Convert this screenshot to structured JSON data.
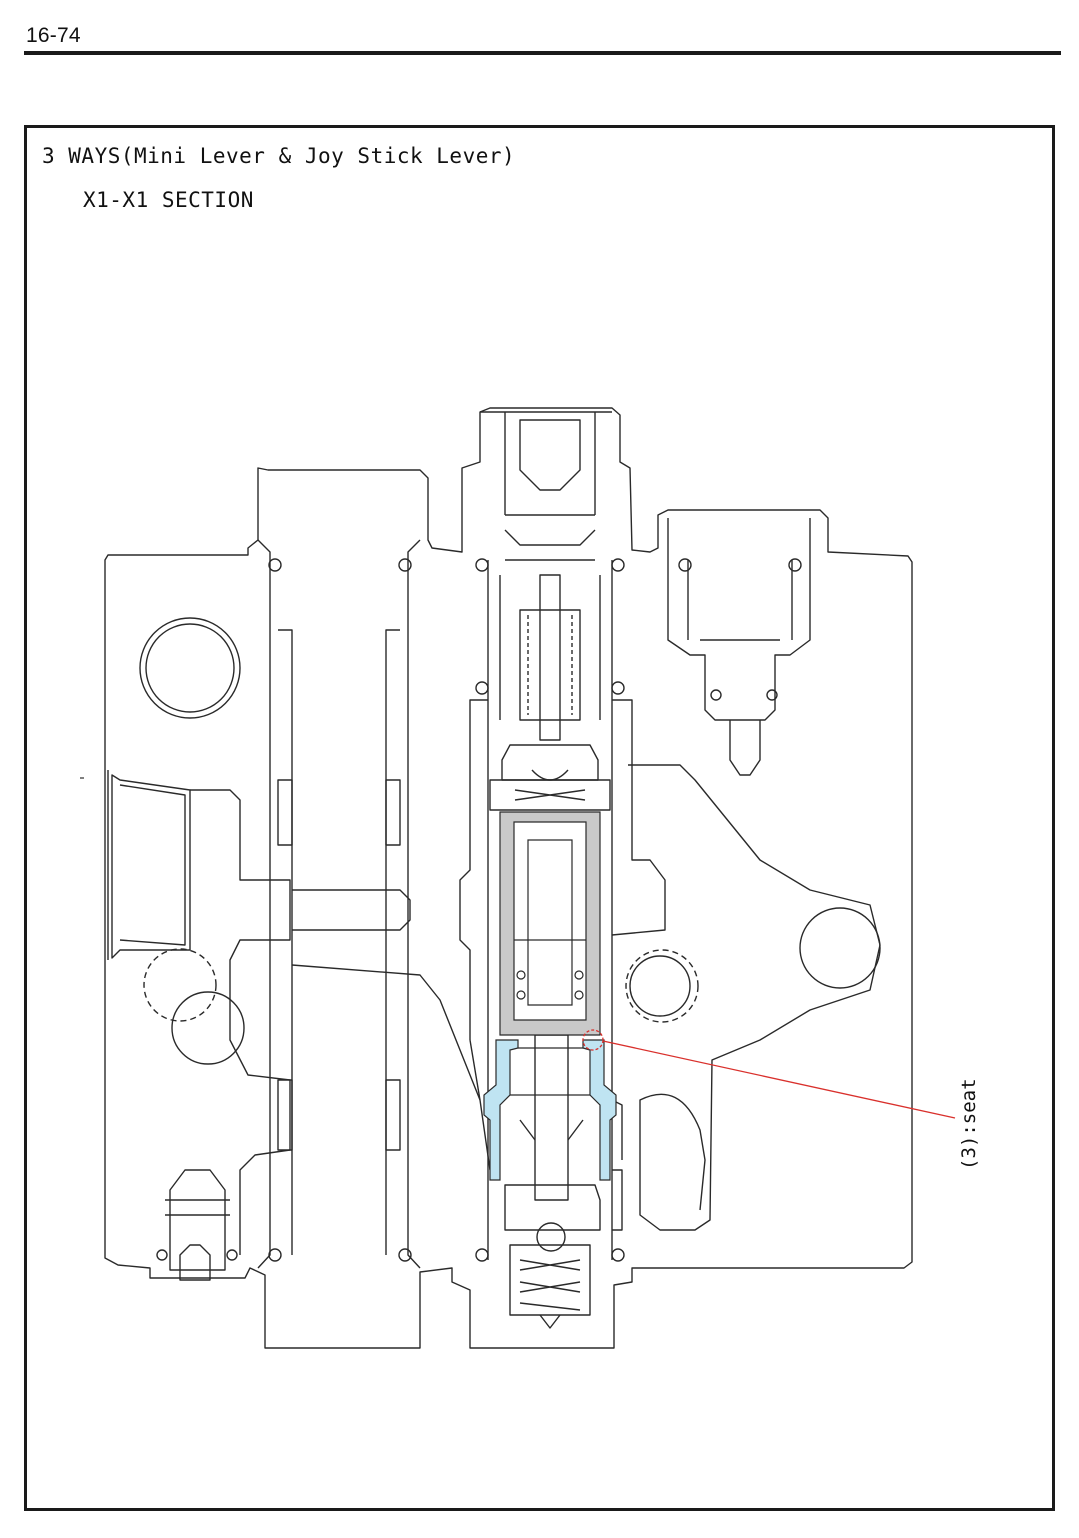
{
  "page": {
    "number": "16-74"
  },
  "figure": {
    "title": "3 WAYS(Mini Lever & Joy Stick Lever)",
    "subtitle": "X1-X1 SECTION"
  },
  "callout": {
    "label": "(3):seat",
    "color": "#d9302c"
  },
  "colors": {
    "line": "#2a2a2a",
    "seat_fill": "#bfe4f2",
    "spool_fill": "#c9c9c9",
    "frame": "#1a1a1a"
  }
}
